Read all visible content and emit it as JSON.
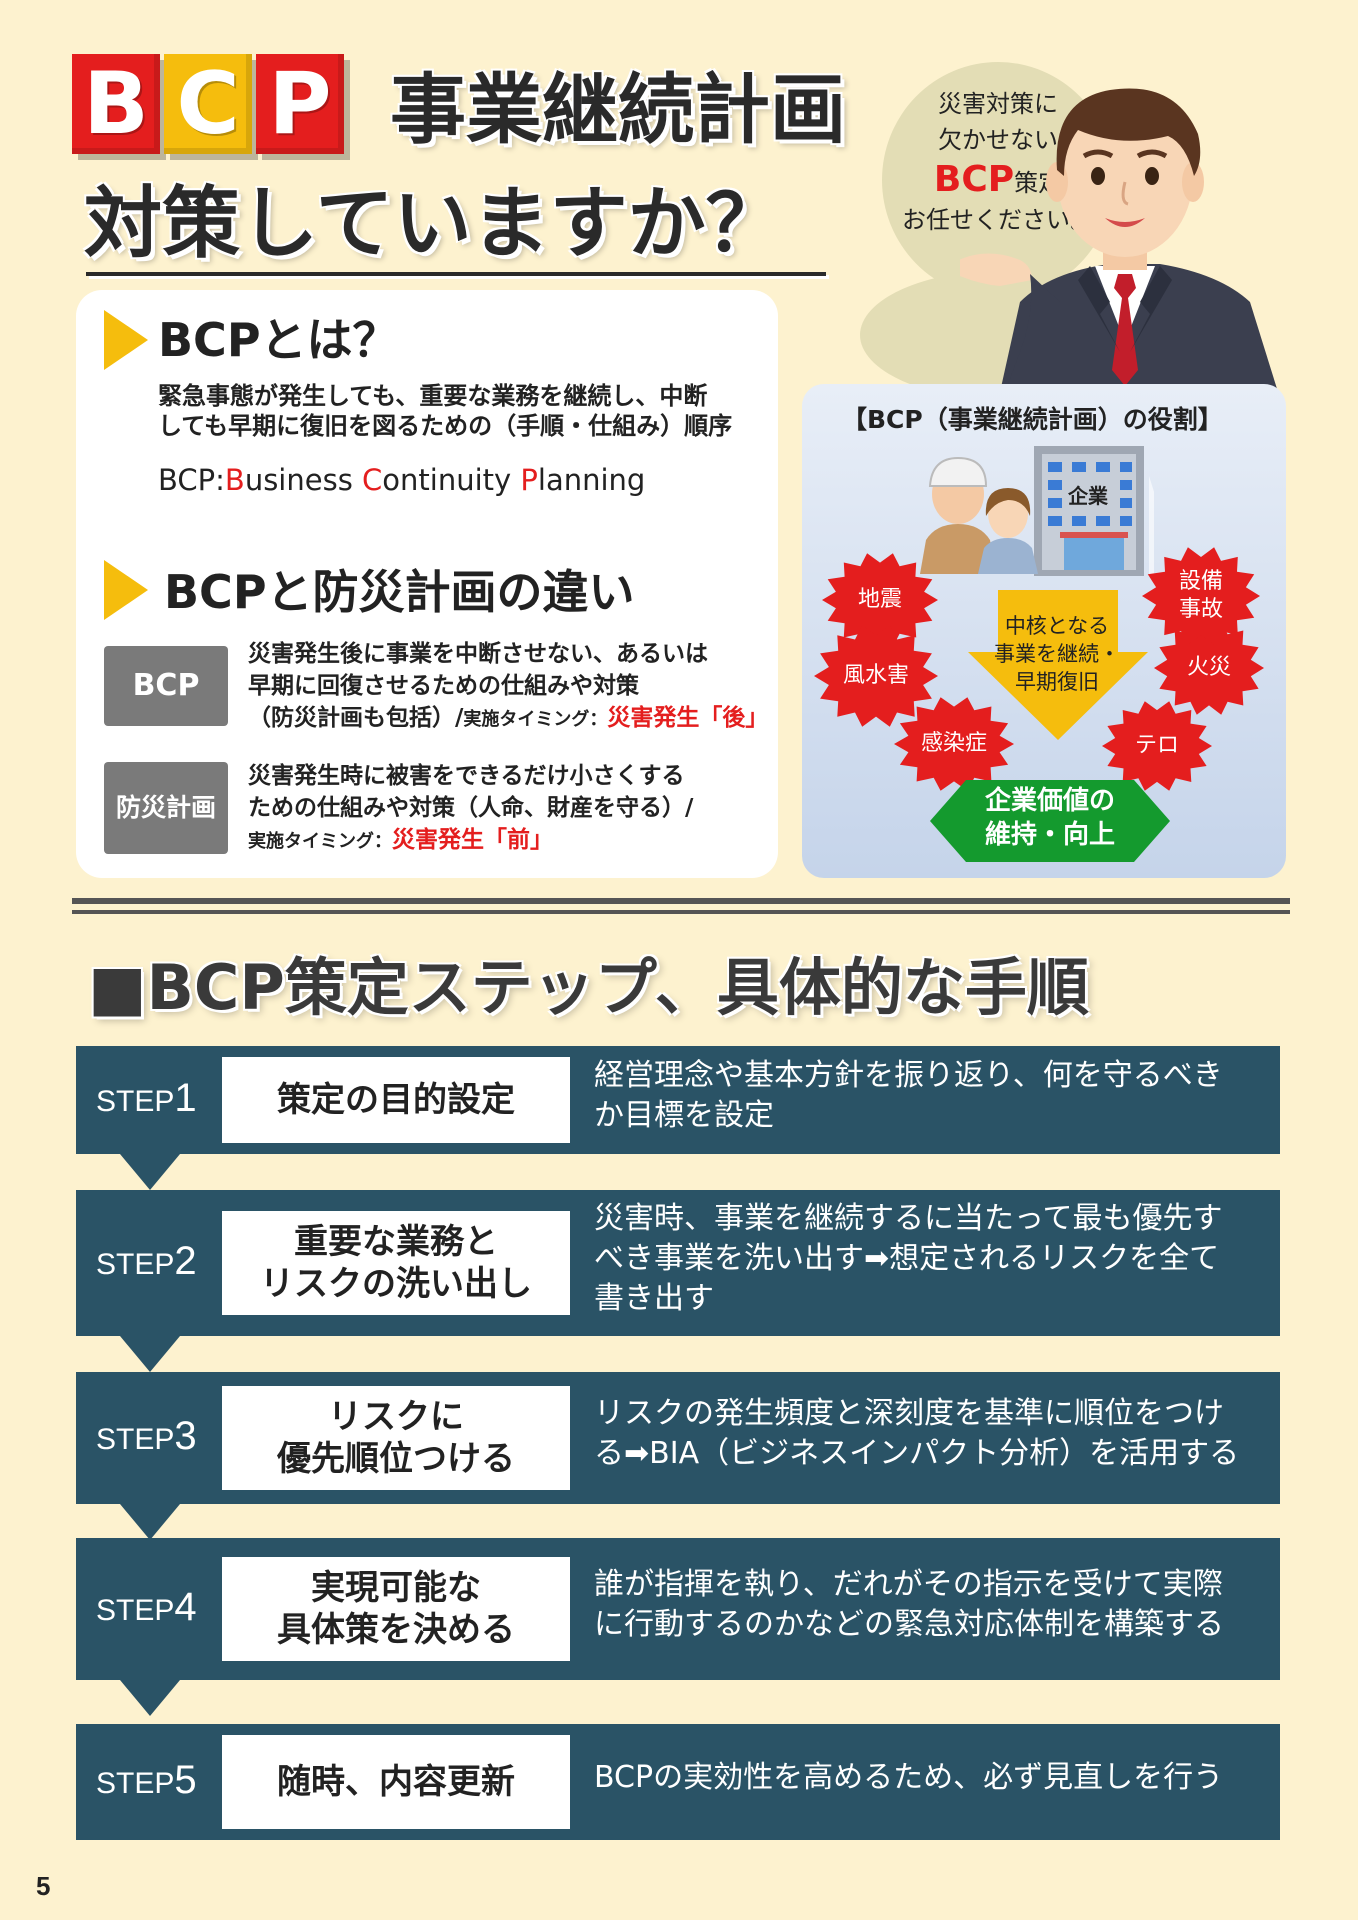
{
  "header": {
    "bcp_letters": [
      "B",
      "C",
      "P"
    ],
    "title": "事業継続計画",
    "subtitle": "対策していますか？"
  },
  "bubble": {
    "line1": "災害対策に",
    "line2": "欠かせない",
    "bcp": "BCP",
    "line3_suffix": "策定",
    "line4": "お任せください。"
  },
  "what_is": {
    "heading": "BCPとは？",
    "desc_line1": "緊急事態が発生しても、重要な業務を継続し、中断",
    "desc_line2": "しても早期に復旧を図るための（手順・仕組み）順序",
    "def_prefix": "BCP:",
    "def_words": [
      {
        "initial": "B",
        "rest": "usiness "
      },
      {
        "initial": "C",
        "rest": "ontinuity "
      },
      {
        "initial": "P",
        "rest": "lanning"
      }
    ]
  },
  "difference": {
    "heading": "BCPと防災計画の違い",
    "bcp_label": "BCP",
    "bcp_line1": "災害発生後に事業を中断させない、あるいは",
    "bcp_line2": "早期に回復させるための仕組みや対策",
    "bcp_line3": "（防災計画も包括）/",
    "bcp_timing_label": "実施タイミング：",
    "bcp_timing": "災害発生「後」",
    "disaster_label": "防災計画",
    "disaster_line1": "災害発生時に被害をできるだけ小さくする",
    "disaster_line2": "ための仕組みや対策（人命、財産を守る）/",
    "disaster_timing_label": "実施タイミング：",
    "disaster_timing": "災害発生「前」"
  },
  "role": {
    "title": "【BCP（事業継続計画）の役割】",
    "company": "企業",
    "risks": [
      "地震",
      "風水害",
      "感染症",
      "テロ",
      "火災",
      "設備事故"
    ],
    "center_line1": "中核となる",
    "center_line2": "事業を継続・",
    "center_line3": "早期復旧",
    "result_line1": "企業価値の",
    "result_line2": "維持・向上"
  },
  "steps_title": "■BCP策定ステップ、具体的な手順",
  "steps": [
    {
      "label": "STEP",
      "num": "1",
      "box_line1": "策定の目的設定",
      "box_line2": "",
      "desc_line1": "経営理念や基本方針を振り返り、何を守るべき",
      "desc_line2": "か目標を設定",
      "desc_line3": ""
    },
    {
      "label": "STEP",
      "num": "2",
      "box_line1": "重要な業務と",
      "box_line2": "リスクの洗い出し",
      "desc_line1": "災害時、事業を継続するに当たって最も優先す",
      "desc_line2": "べき事業を洗い出す➡想定されるリスクを全て",
      "desc_line3": "書き出す"
    },
    {
      "label": "STEP",
      "num": "3",
      "box_line1": "リスクに",
      "box_line2": "優先順位つける",
      "desc_line1": "リスクの発生頻度と深刻度を基準に順位をつけ",
      "desc_line2": "る➡BIA（ビジネスインパクト分析）を活用する",
      "desc_line3": ""
    },
    {
      "label": "STEP",
      "num": "4",
      "box_line1": "実現可能な",
      "box_line2": "具体策を決める",
      "desc_line1": "誰が指揮を執り、だれがその指示を受けて実際",
      "desc_line2": "に行動するのかなどの緊急対応体制を構築する",
      "desc_line3": ""
    },
    {
      "label": "STEP",
      "num": "5",
      "box_line1": "随時、内容更新",
      "box_line2": "",
      "desc_line1": "BCPの実効性を高めるため、必ず見直しを行う",
      "desc_line2": "",
      "desc_line3": ""
    }
  ],
  "page_number": "5",
  "colors": {
    "background": "#fdf2cf",
    "accent_red": "#e41e1e",
    "accent_yellow": "#f5bd0d",
    "step_teal": "#2a5366",
    "result_green": "#149a2e"
  },
  "icons": [
    "businessman-illustration",
    "workers-illustration",
    "building-icon",
    "burst-icon",
    "down-arrow-icon",
    "hexagon-arrow-icon"
  ]
}
